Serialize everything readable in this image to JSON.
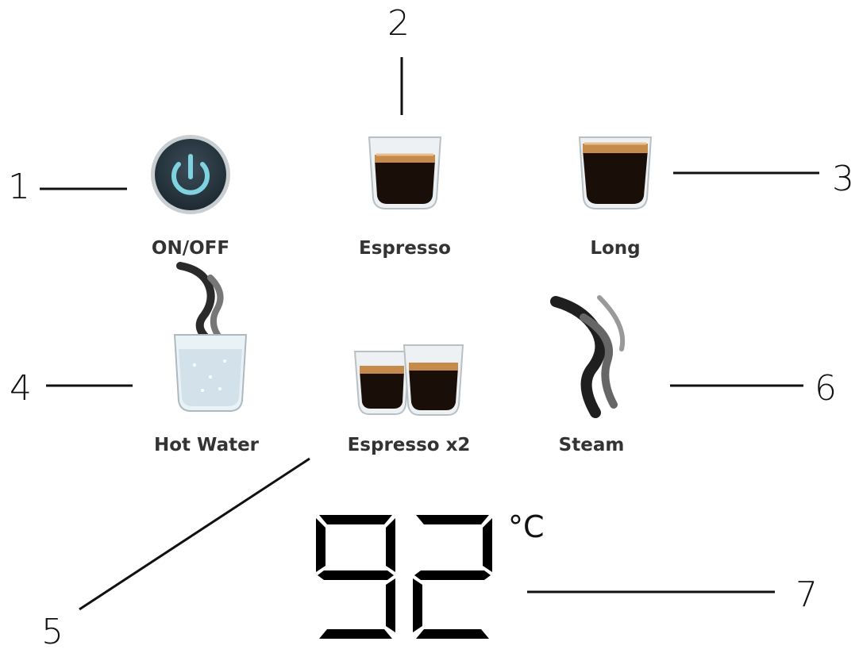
{
  "callouts": [
    "1",
    "2",
    "3",
    "4",
    "5",
    "6",
    "7"
  ],
  "buttons": {
    "power": {
      "label": "ON/OFF",
      "icon": "power-icon"
    },
    "espresso": {
      "label": "Espresso",
      "icon": "espresso-cup-icon"
    },
    "long": {
      "label": "Long",
      "icon": "long-coffee-cup-icon"
    },
    "hot_water": {
      "label": "Hot Water",
      "icon": "hot-water-glass-icon"
    },
    "espresso_x2": {
      "label": "Espresso x2",
      "icon": "double-espresso-icon"
    },
    "steam": {
      "label": "Steam",
      "icon": "steam-icon"
    }
  },
  "display": {
    "temperature": "92",
    "unit": "°C"
  },
  "colors": {
    "power_button": "#2b3a44",
    "power_symbol": "#7fd3e0",
    "coffee": "#1a0f08",
    "crema": "#c68a4a"
  }
}
